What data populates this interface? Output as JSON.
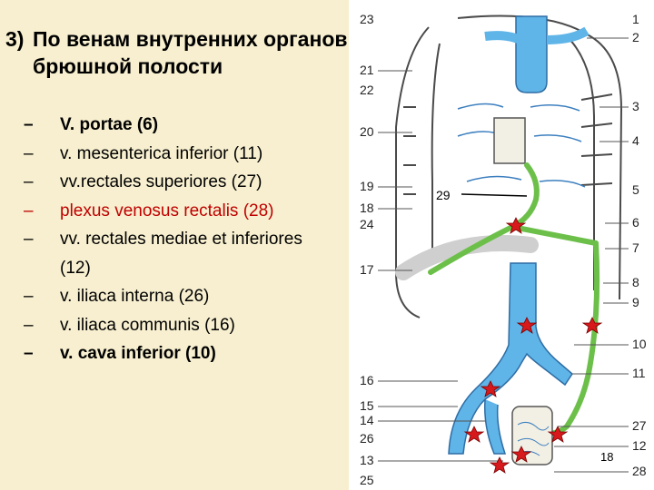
{
  "heading": {
    "number": "3)",
    "text": "По венам внутренних органов брюшной полости"
  },
  "vessels": [
    {
      "dash": "–",
      "text": "V. portae (6)",
      "style": "bold"
    },
    {
      "dash": "–",
      "text": "v. mesenterica inferior (11)",
      "style": "normal"
    },
    {
      "dash": "–",
      "text": "vv.rectales superiores (27)",
      "style": "normal"
    },
    {
      "dash": "–",
      "text": "plexus venosus rectalis (28)",
      "style": "red"
    },
    {
      "dash": "–",
      "text": "vv. rectales mediae et inferiores",
      "cont": "(12)",
      "style": "normal"
    },
    {
      "dash": "–",
      "text": "v. iliaca interna (26)",
      "style": "normal"
    },
    {
      "dash": "–",
      "text": "v. iliaca communis (16)",
      "style": "normal"
    },
    {
      "dash": "–",
      "text": "v. cava inferior (10)",
      "style": "bold"
    }
  ],
  "figure": {
    "left_labels": [
      "23",
      "21",
      "22",
      "20",
      "19",
      "18",
      "24",
      "17",
      "16",
      "15",
      "14",
      "26",
      "13",
      "25"
    ],
    "right_labels": [
      "1",
      "2",
      "3",
      "4",
      "5",
      "6",
      "7",
      "8",
      "9",
      "10",
      "11",
      "27",
      "12",
      "28"
    ],
    "inner_label": "29",
    "colors": {
      "vena_cava": "#5fb4e8",
      "portal": "#6cc04a",
      "marker": "#d7191c",
      "outline": "#3a3a3a"
    }
  },
  "slide_number": "18"
}
